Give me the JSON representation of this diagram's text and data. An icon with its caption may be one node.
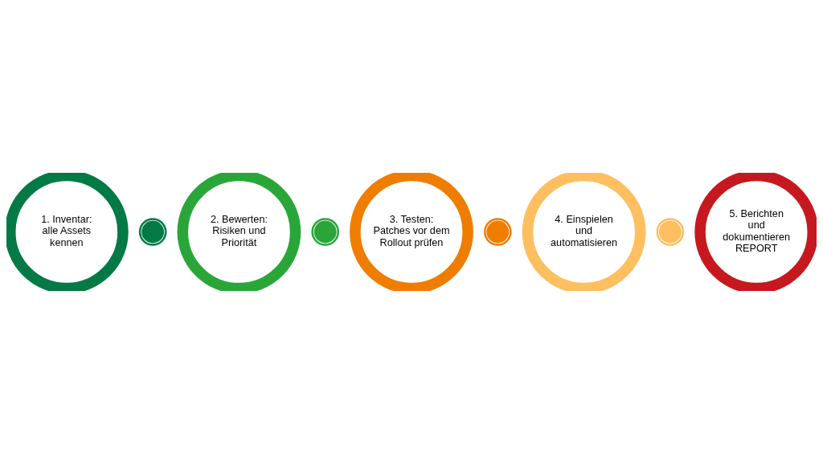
{
  "diagram": {
    "nodes": [
      {
        "text": [
          "1. Inventar: alle Assets kennen"
        ]
      },
      {
        "text": [],
        "shape": "circle"
      },
      {
        "text": [
          "2. Bewerten: Risiken und Priorität"
        ]
      },
      {
        "text": [],
        "shape": "circle"
      },
      {
        "text": [
          "3. Testen: Patches vor dem Rollout prüfen"
        ]
      },
      {
        "text": [],
        "shape": "circle"
      },
      {
        "text": [
          "4. Einspielen und automatisieren"
        ]
      },
      {
        "text": [],
        "shape": "circle"
      },
      {
        "text": [
          "5. Berichten und dokumentieren",
          "REPORT"
        ]
      }
    ]
  }
}
